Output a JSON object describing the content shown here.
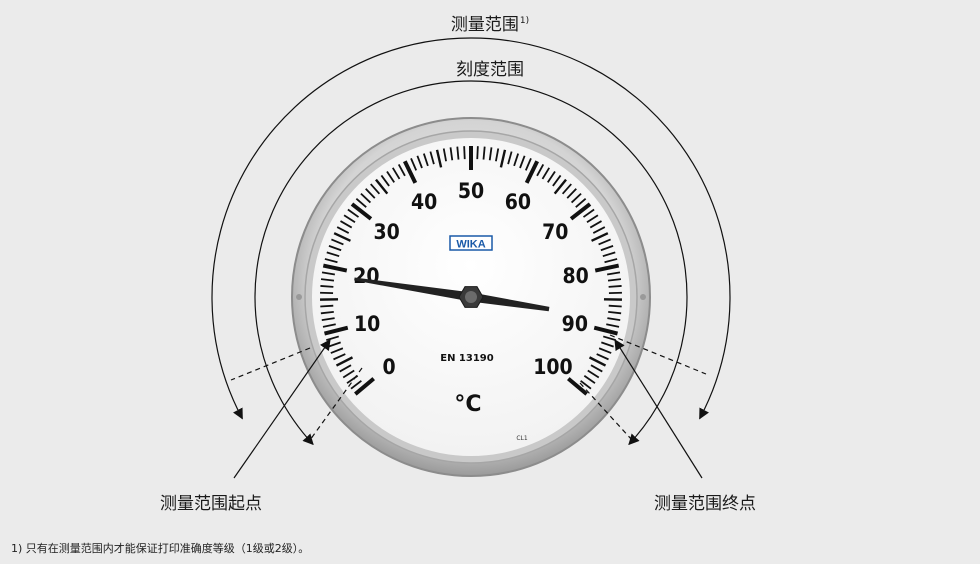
{
  "labels": {
    "measure_range": "测量范围",
    "measure_range_sup": "1)",
    "scale_range": "刻度范围",
    "range_start": "测量范围起点",
    "range_end": "测量范围终点",
    "footnote": "1) 只有在测量范围内才能保证打印准确度等级（1级或2级）。"
  },
  "gauge": {
    "brand": "WIKA",
    "standard": "EN 13190",
    "unit": "°C",
    "class_mark": "CL1",
    "dial_labels": [
      "0",
      "10",
      "20",
      "30",
      "40",
      "50",
      "60",
      "70",
      "80",
      "90",
      "100"
    ],
    "scale_min": 0,
    "scale_max": 100,
    "pointer_value": 88
  },
  "colors": {
    "background": "#ebebeb",
    "ink": "#111111",
    "brand_blue": "#1a5aa8",
    "bezel": "#b8b8b8"
  }
}
